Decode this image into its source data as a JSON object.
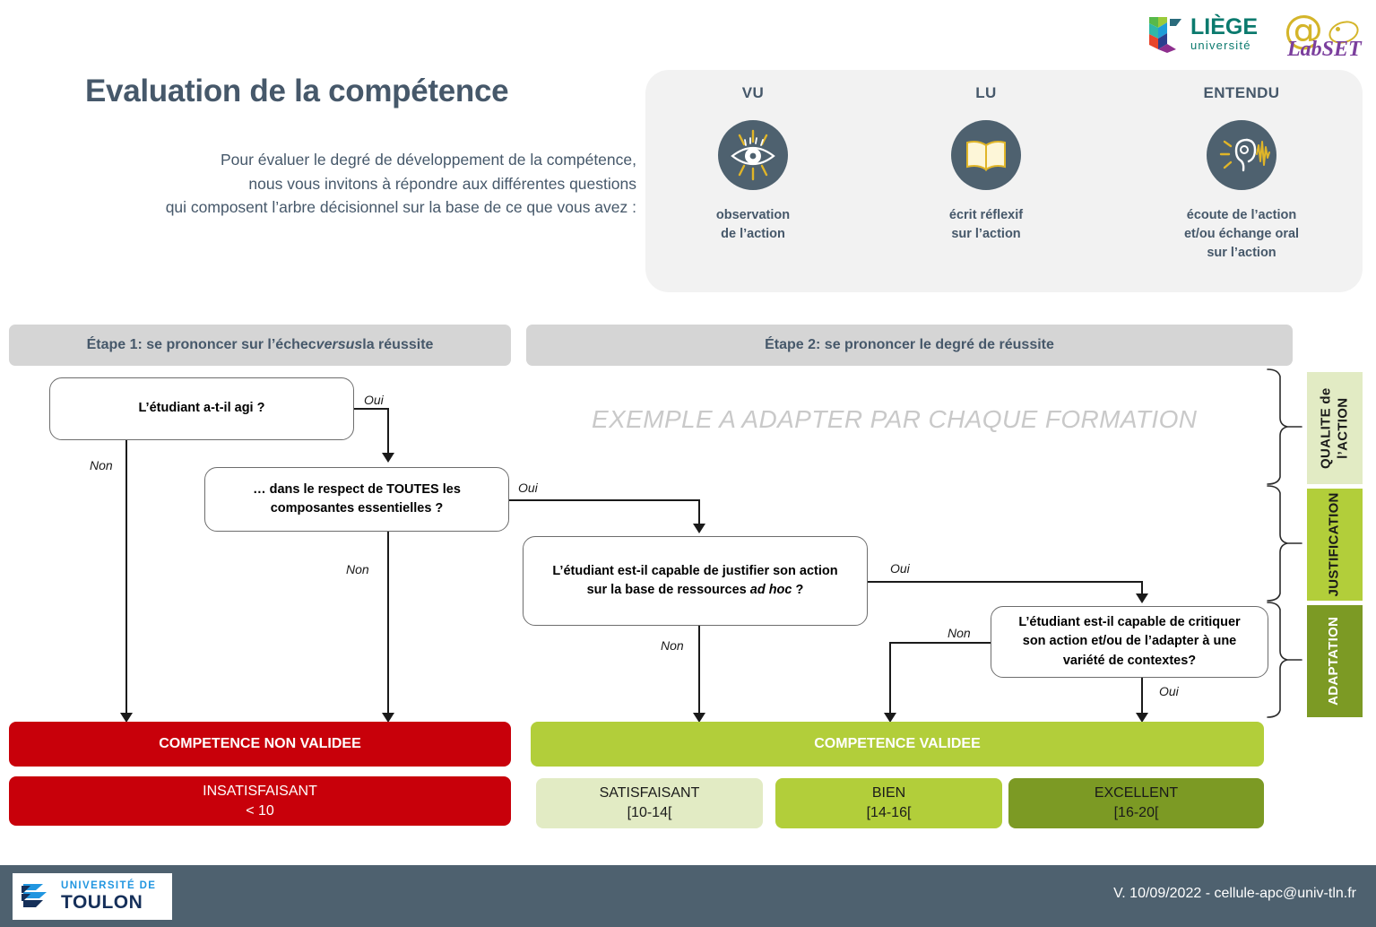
{
  "brand": {
    "liege_line1": "LIÈGE",
    "liege_line2": "université",
    "labset_name": "LabSET",
    "labset_at": "@",
    "toulon_line1": "UNIVERSITÉ DE",
    "toulon_line2": "TOULON"
  },
  "header": {
    "title": "Evaluation de la compétence",
    "intro_line1": "Pour évaluer le degré de développement de la compétence,",
    "intro_line2": "nous vous invitons à répondre aux différentes questions",
    "intro_line3": "qui composent l’arbre décisionnel sur la base de ce que vous avez :"
  },
  "evidence": {
    "columns": [
      {
        "title": "VU",
        "icon": "eye-icon",
        "sub_line1": "observation",
        "sub_line2": "de l’action",
        "sub_line3": ""
      },
      {
        "title": "LU",
        "icon": "book-icon",
        "sub_line1": "écrit réflexif",
        "sub_line2": "sur l’action",
        "sub_line3": ""
      },
      {
        "title": "ENTENDU",
        "icon": "ear-icon",
        "sub_line1": "écoute de l’action",
        "sub_line2": "et/ou échange oral",
        "sub_line3": "sur l’action"
      }
    ]
  },
  "steps": {
    "step1_prefix": "Étape 1: se prononcer sur l’échec ",
    "step1_italic": "versus",
    "step1_suffix": " la réussite",
    "step2": "Étape 2: se prononcer le degré de réussite"
  },
  "watermark": "EXEMPLE A ADAPTER PAR CHAQUE FORMATION",
  "questions": {
    "q1": "L’étudiant a-t-il agi ?",
    "q2_line1": "… dans le respect de TOUTES les",
    "q2_line2": "composantes essentielles ?",
    "q3_line1": "L’étudiant est-il capable de justifier son action",
    "q3_line2_a": "sur la base de ressources ",
    "q3_line2_italic": "ad hoc",
    "q3_line2_b": " ?",
    "q4_line1": "L’étudiant est-il capable de critiquer",
    "q4_line2": "son action et/ou de l’adapter à une",
    "q4_line3": "variété de contextes?"
  },
  "edges": {
    "q1_oui": "Oui",
    "q1_non": "Non",
    "q2_oui": "Oui",
    "q2_non": "Non",
    "q3_oui": "Oui",
    "q3_non": "Non",
    "q4_non": "Non",
    "q4_oui": "Oui"
  },
  "categories": [
    {
      "name": "QUALITE de l’ACTION",
      "line1": "QUALITE de",
      "line2": "l’ACTION",
      "color": "#e2ebc4"
    },
    {
      "name": "JUSTIFICATION",
      "line1": "JUSTIFICATION",
      "line2": "",
      "color": "#b2ce3a"
    },
    {
      "name": "ADAPTATION",
      "line1": "ADAPTATION",
      "line2": "",
      "color": "#7c9a24"
    }
  ],
  "results": {
    "non_validee": "COMPETENCE NON VALIDEE",
    "insatisfaisant_label": "INSATISFAISANT",
    "insatisfaisant_range": "< 10",
    "validee": "COMPETENCE VALIDEE",
    "levels": [
      {
        "label": "SATISFAISANT",
        "range": "[10-14[",
        "color": "#e2ebc4"
      },
      {
        "label": "BIEN",
        "range": "[14-16[",
        "color": "#b2ce3a"
      },
      {
        "label": "EXCELLENT",
        "range": "[16-20[",
        "color": "#7c9a24"
      }
    ]
  },
  "footer": {
    "note": "V. 10/09/2022 - cellule-apc@univ-tln.fr"
  },
  "colors": {
    "slate": "#46586a",
    "icon_circle": "#4e616f",
    "red": "#c8000a",
    "lime": "#b2ce3a",
    "pale_lime": "#e2ebc4",
    "olive": "#7c9a24",
    "header_gray": "#d5d5d5",
    "panel_gray": "#f2f2f2"
  }
}
